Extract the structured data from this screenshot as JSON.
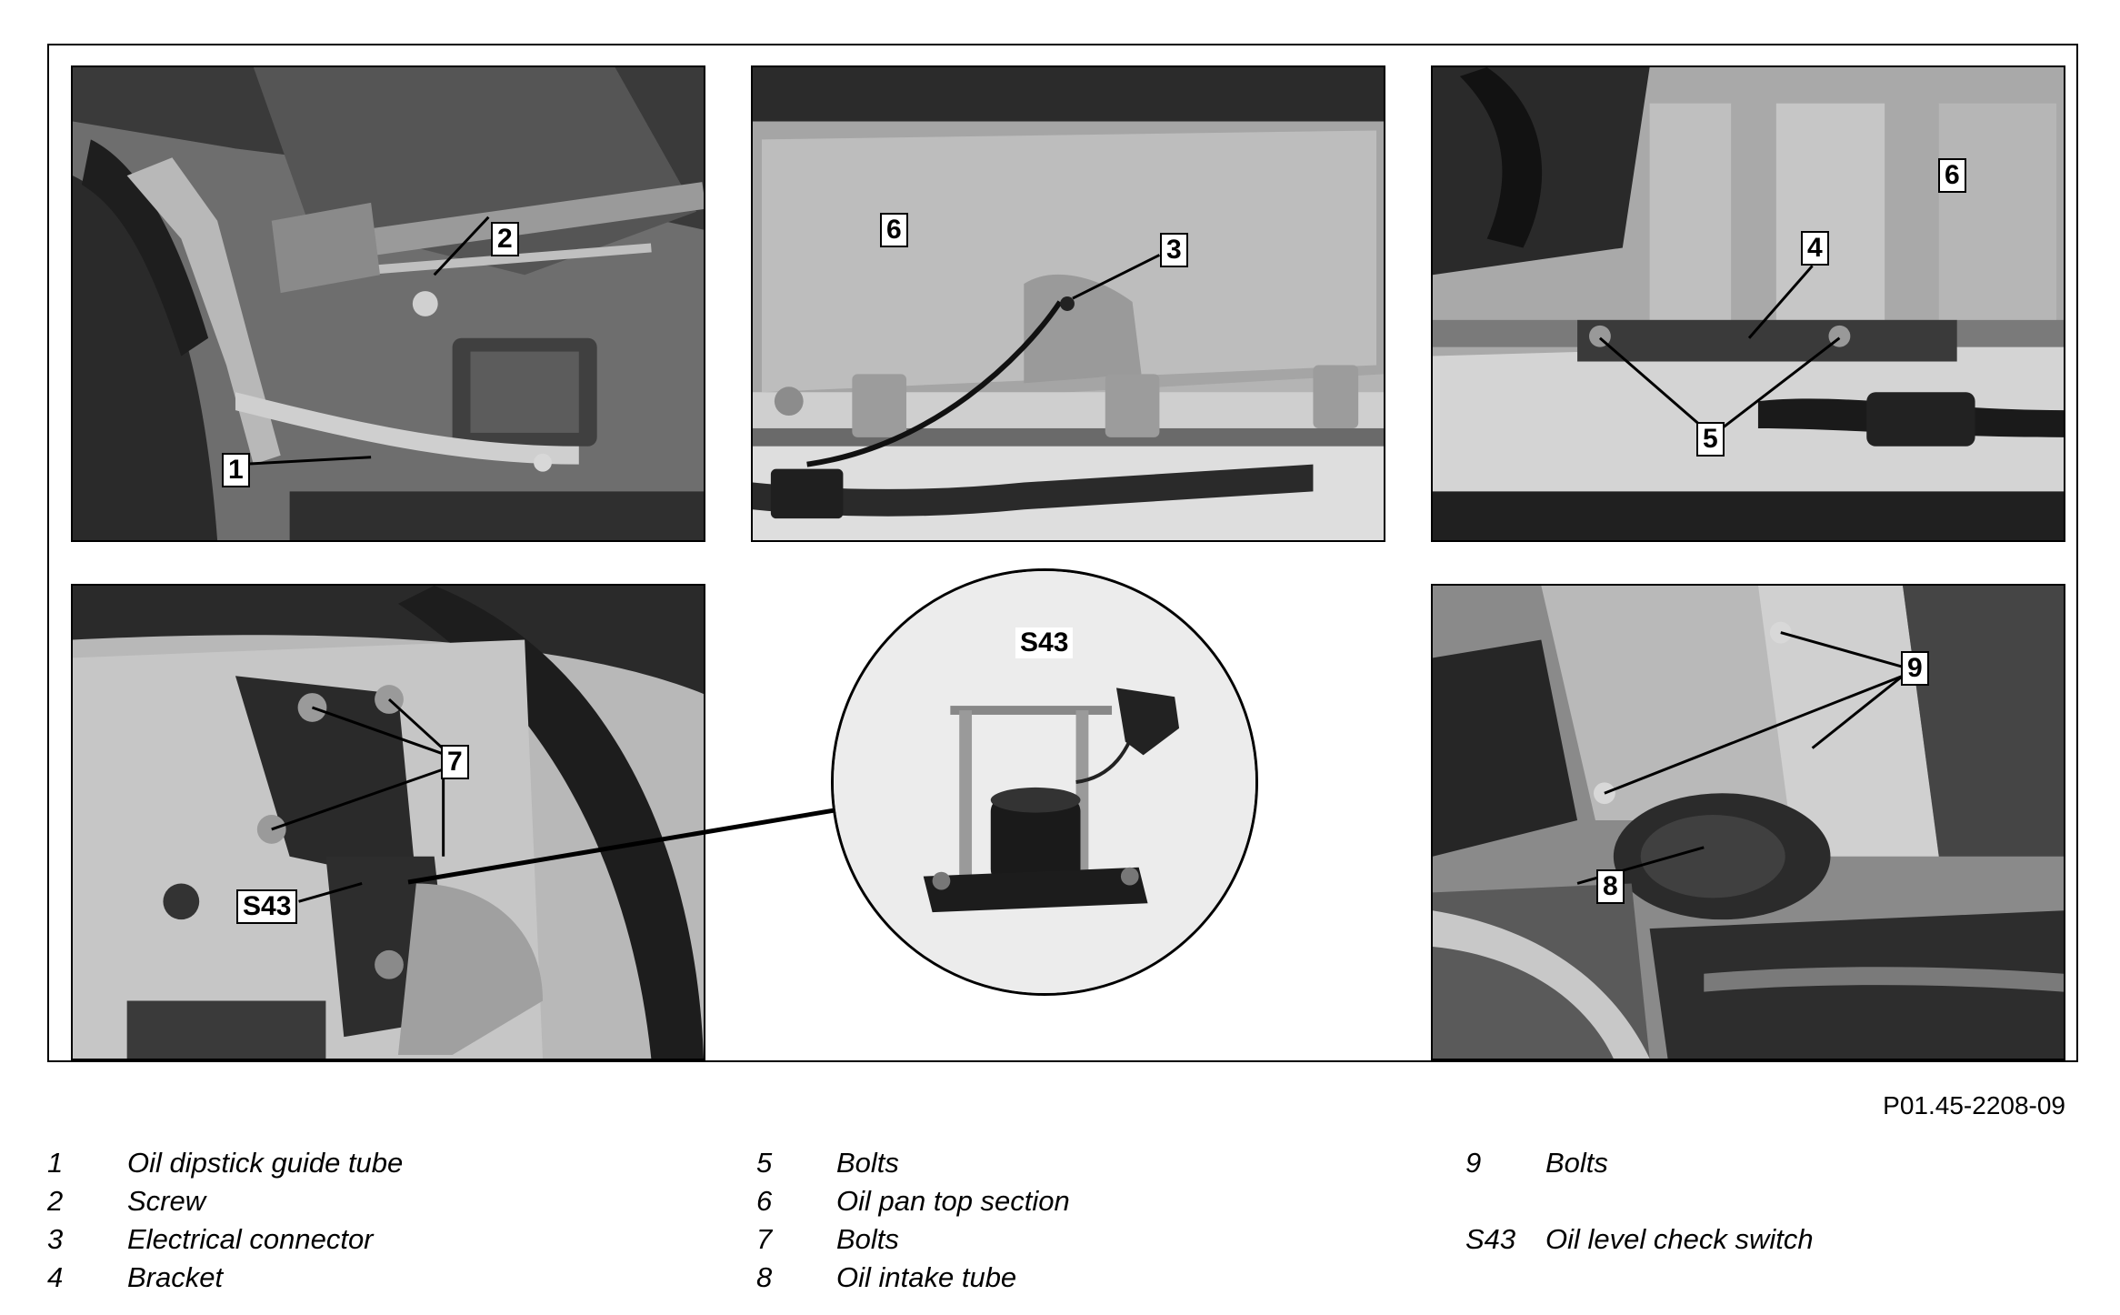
{
  "figure": {
    "callouts": {
      "c1": "1",
      "c2": "2",
      "c3": "3",
      "c4": "4",
      "c5": "5",
      "c6a": "6",
      "c6b": "6",
      "c7": "7",
      "c8": "8",
      "c9": "9",
      "s43a": "S43",
      "s43b": "S43"
    }
  },
  "reference_code": "P01.45-2208-09",
  "legend": [
    [
      {
        "num": "1",
        "text": "Oil dipstick guide tube"
      },
      {
        "num": "2",
        "text": "Screw"
      },
      {
        "num": "3",
        "text": "Electrical connector"
      },
      {
        "num": "4",
        "text": "Bracket"
      }
    ],
    [
      {
        "num": "5",
        "text": "Bolts"
      },
      {
        "num": "6",
        "text": "Oil pan top section"
      },
      {
        "num": "7",
        "text": "Bolts"
      },
      {
        "num": "8",
        "text": "Oil intake tube"
      }
    ],
    [
      {
        "num": "9",
        "text": "Bolts"
      },
      {
        "num": "",
        "text": ""
      },
      {
        "num": "S43",
        "text": "Oil level check switch"
      },
      {
        "num": "",
        "text": ""
      }
    ]
  ]
}
